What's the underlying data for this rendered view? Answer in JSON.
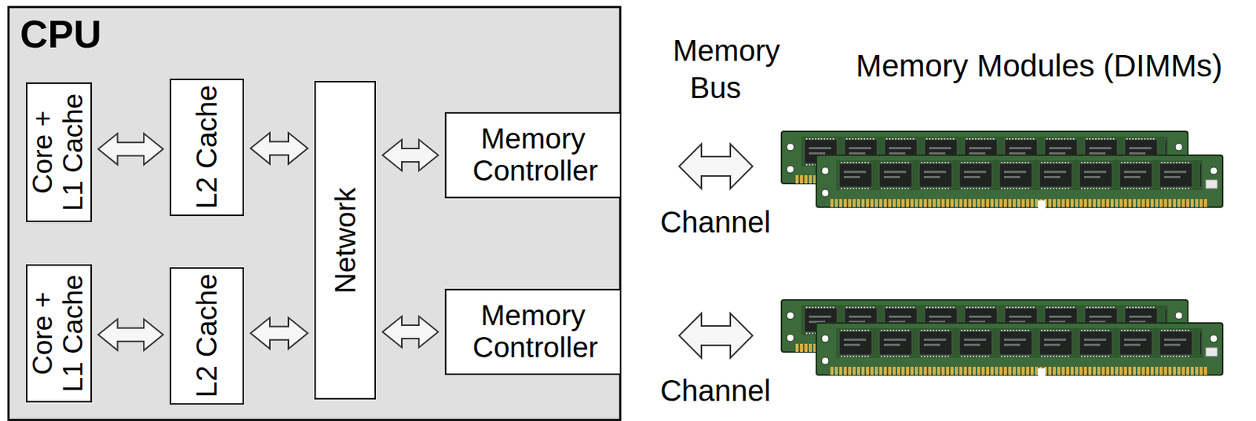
{
  "diagram": {
    "nodes": [
      {
        "text": [
          "CPU"
        ]
      },
      {
        "text": [
          "Core + L1 Cache"
        ],
        "in": 0
      },
      {
        "text": [
          "L2 Cache"
        ],
        "in": 0
      },
      {
        "text": [
          "Core + L1 Cache"
        ],
        "in": 0
      },
      {
        "text": [
          "L2 Cache"
        ],
        "in": 0
      },
      {
        "text": [
          "Network"
        ],
        "in": 0
      },
      {
        "text": [
          "Memory Controller"
        ],
        "in": 0
      },
      {
        "text": [
          "Memory Controller"
        ],
        "in": 0
      }
    ],
    "edges": [
      {
        "from": 1,
        "to": 2,
        "arrow": "both"
      },
      {
        "from": 3,
        "to": 4,
        "arrow": "both"
      },
      {
        "from": 2,
        "to": 5,
        "arrow": "both"
      },
      {
        "from": 4,
        "to": 5,
        "arrow": "both"
      },
      {
        "from": 5,
        "to": 6,
        "arrow": "both"
      },
      {
        "from": 5,
        "to": 7,
        "arrow": "both"
      }
    ],
    "labels": [
      "Memory Bus",
      "Memory Modules (DIMMs)",
      "Channel",
      "Channel"
    ]
  }
}
